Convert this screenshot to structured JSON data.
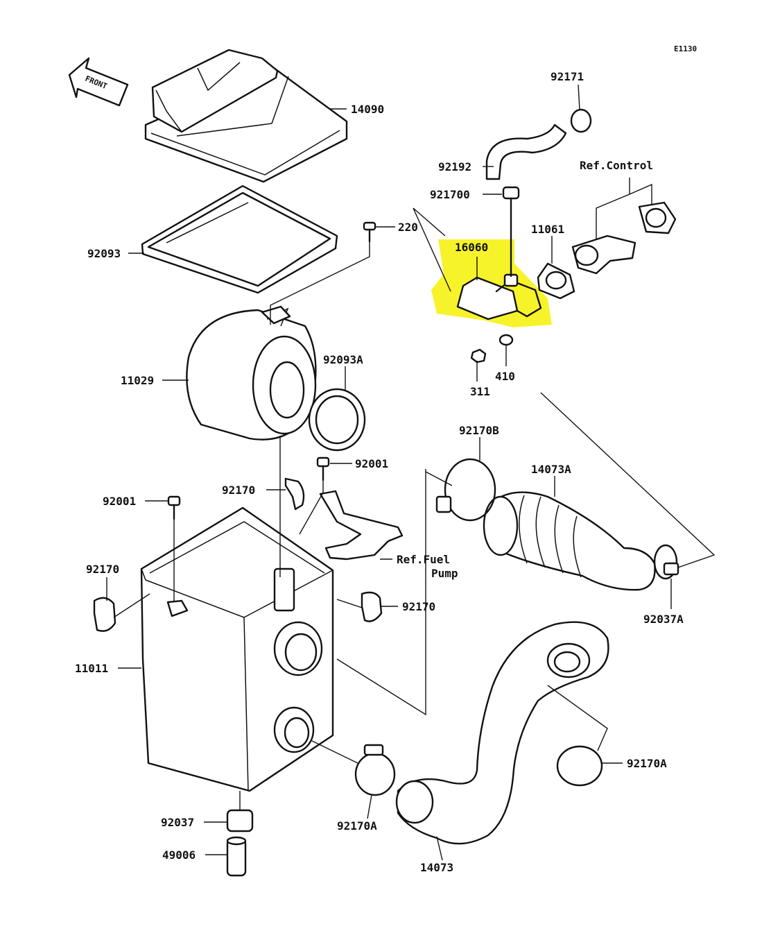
{
  "diagram_code": "E1130",
  "front_arrow_label": "FRONT",
  "highlight_color": "#f7f32a",
  "ink_color": "#111111",
  "parts": {
    "p14090": "14090",
    "p92093": "92093",
    "p220": "220",
    "p11029": "11029",
    "p92093A": "92093A",
    "p92001_center": "92001",
    "p92001_left": "92001",
    "p92170_center": "92170",
    "p92170_left": "92170",
    "p92170_right": "92170",
    "p11011": "11011",
    "p92037": "92037",
    "p49006": "49006",
    "p92170A_bottom": "92170A",
    "p14073": "14073",
    "p92170A_right": "92170A",
    "p92037A": "92037A",
    "p14073A": "14073A",
    "p92170B": "92170B",
    "p311": "311",
    "p410": "410",
    "p16060": "16060",
    "p11061": "11061",
    "p921700": "921700",
    "p92192": "92192",
    "p92171": "92171"
  },
  "references": {
    "control": "Ref.Control",
    "fuel_line1": "Ref.Fuel",
    "fuel_line2": "Pump"
  }
}
